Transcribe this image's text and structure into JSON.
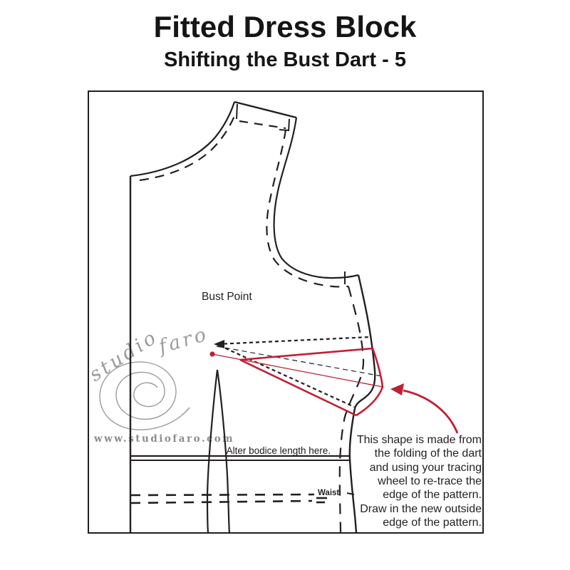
{
  "header": {
    "title": "Fitted Dress Block",
    "subtitle": "Shifting the Bust Dart - 5"
  },
  "diagram": {
    "labels": {
      "bust_point": "Bust Point",
      "alter_length": "Alter bodice length here.",
      "waist": "Waist"
    },
    "annotation": {
      "lines": [
        "This shape is made from",
        "the folding of the dart",
        "and using your tracing",
        "wheel to re-trace the",
        "edge of the pattern.",
        "Draw in the new outside",
        "edge of the pattern."
      ]
    },
    "watermark": {
      "brand_word1": "studio",
      "brand_word2": "faro",
      "url": "www.studiofaro.com"
    },
    "colors": {
      "line_black": "#231f20",
      "accent_red": "#c01f33",
      "watermark_gray": "#9b9b9b"
    }
  }
}
